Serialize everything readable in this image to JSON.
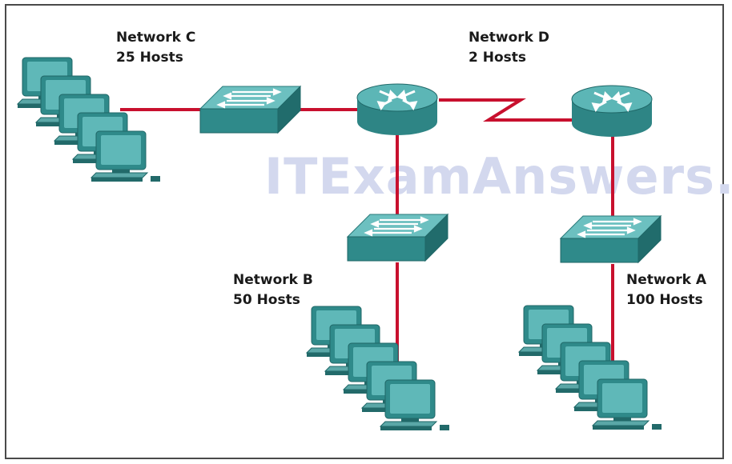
{
  "watermark": "ITExamAnswers.net",
  "colors": {
    "link": "#c8102e",
    "device": "#3e9c9c",
    "device_dark": "#226a6a",
    "device_light": "#6fc3c3",
    "screen": "#5fb8b8"
  },
  "networks": {
    "c": {
      "name": "Network C",
      "hosts": "25 Hosts"
    },
    "d": {
      "name": "Network D",
      "hosts": "2 Hosts"
    },
    "b": {
      "name": "Network B",
      "hosts": "50 Hosts"
    },
    "a": {
      "name": "Network A",
      "hosts": "100 Hosts"
    }
  },
  "devices": {
    "router_left": "router-icon",
    "router_right": "router-icon",
    "switch_c": "switch-icon",
    "switch_b": "switch-icon",
    "switch_a": "switch-icon",
    "pc_group_c": "pc-group-icon",
    "pc_group_b": "pc-group-icon",
    "pc_group_a": "pc-group-icon"
  }
}
